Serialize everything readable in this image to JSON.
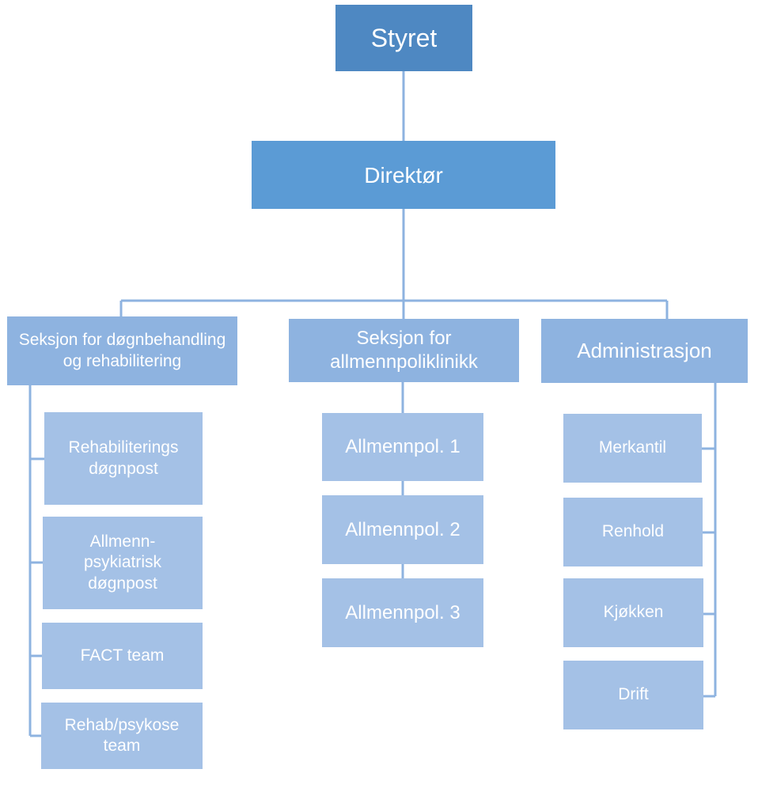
{
  "chart": {
    "root": "Styret",
    "director": "Direktør",
    "sections": [
      {
        "label": "Seksjon for døgnbehandling og rehabilitering",
        "units": [
          "Rehabiliterings døgnpost",
          "Allmenn-psykiatrisk døgnpost",
          "FACT team",
          "Rehab/psykose team"
        ]
      },
      {
        "label": "Seksjon for allmennpoliklinikk",
        "units": [
          "Allmennpol. 1",
          "Allmennpol. 2",
          "Allmennpol. 3"
        ]
      },
      {
        "label": "Administrasjon",
        "units": [
          "Merkantil",
          "Renhold",
          "Kjøkken",
          "Drift"
        ]
      }
    ]
  },
  "colors": {
    "root_fill": "#4e88c2",
    "director_fill": "#5b9bd5",
    "section_fill": "#8eb3e0",
    "unit_fill": "#a4c1e6",
    "connector": "#8eb3e0",
    "text": "#ffffff"
  }
}
